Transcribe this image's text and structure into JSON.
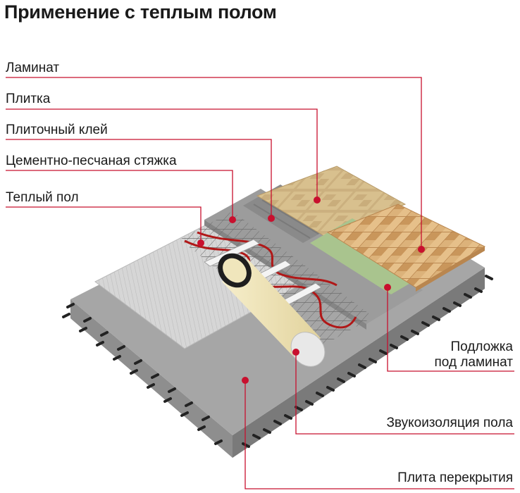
{
  "title": "Применение с теплым полом",
  "labels": {
    "laminate": "Ламинат",
    "tile": "Плитка",
    "tile_adhesive": "Плиточный клей",
    "screed": "Цементно-песчаная стяжка",
    "warm_floor": "Теплый пол",
    "underlay_line1": "Подложка",
    "underlay_line2": "под ламинат",
    "soundproofing": "Звукоизоляция пола",
    "slab": "Плита перекрытия"
  },
  "colors": {
    "leader": "#c8102e",
    "marker": "#c8102e",
    "concrete": "#a3a3a3",
    "tile": "#c9ad7c",
    "laminate": "#dcb27a",
    "underlay": "#a8c48c",
    "heating_cable": "#b01818",
    "rebar": "#222222",
    "roll": "#efe4b6",
    "foil": "#d0d0d0"
  }
}
